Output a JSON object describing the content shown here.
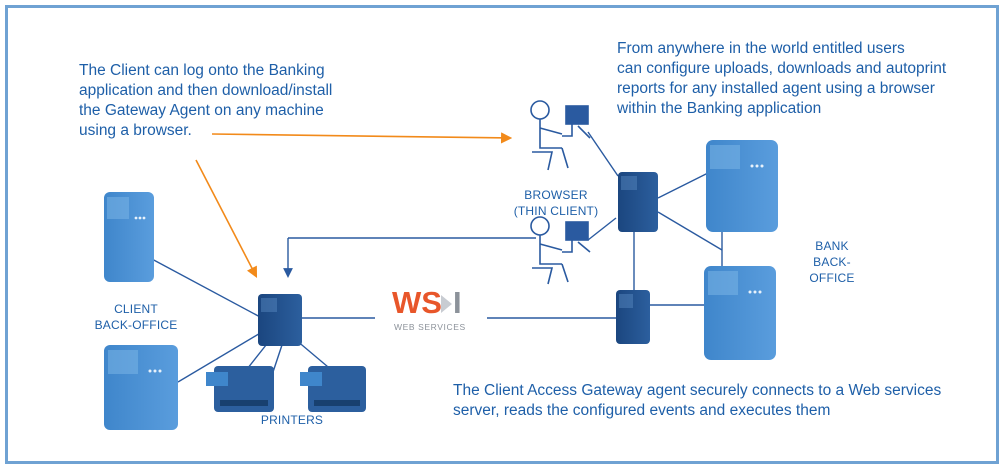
{
  "notes": {
    "client_login": "The Client can log onto the Banking\napplication and then download/install\nthe Gateway Agent on any machine\nusing a browser.",
    "anywhere": "From anywhere in the world entitled users\ncan configure uploads, downloads and autoprint\nreports for any installed agent using a browser\nwithin the Banking application",
    "gateway": "The Client Access Gateway agent securely connects to a Web services\nserver, reads the configured events and executes them"
  },
  "labels": {
    "browser": "BROWSER\n(THIN CLIENT)",
    "bank_backoffice": "BANK\nBACK-OFFICE",
    "client_backoffice": "CLIENT\nBACK-OFFICE",
    "printers": "PRINTERS"
  },
  "logo": {
    "ws": "WS",
    "i": "I",
    "sub": "WEB SERVICES"
  },
  "colors": {
    "text": "#1e5fa8",
    "server_light": "#4a8fd0",
    "server_dark": "#1f4f8c",
    "line": "#2a5aa0",
    "arrow": "#f28a1a",
    "frame": "#6fa2d3"
  }
}
